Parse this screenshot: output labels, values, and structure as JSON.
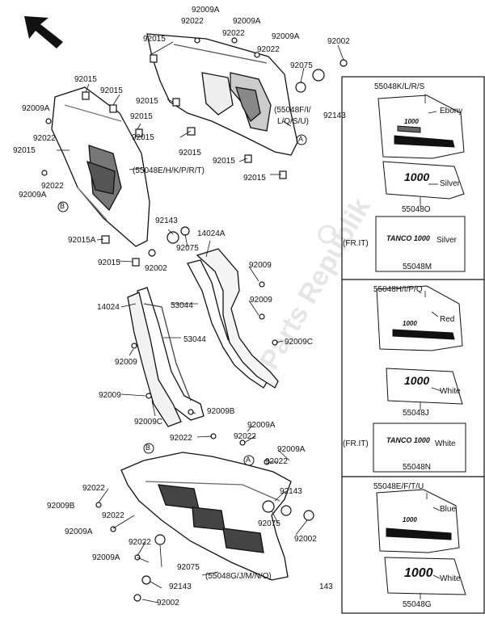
{
  "labels": {
    "l1": "92009A",
    "l2": "92022",
    "l3": "92009A",
    "l4": "92022",
    "l5": "92009A",
    "l6": "92015",
    "l7": "92022",
    "l8": "92002",
    "l9": "92075",
    "l10": "92143",
    "l11": "92015",
    "l12": "92015",
    "l13": "(55048F/I/",
    "l14": "L/Q/S/U)",
    "l15": "92015",
    "l16": "92015",
    "l17": "92015",
    "l18": "92009A",
    "l19": "92022",
    "l20": "92015",
    "l21": "92015",
    "l22": "92015",
    "l23": "92015",
    "l24": "(55048E/H/K/P/R/T)",
    "l25": "92022",
    "l26": "92009A",
    "l27": "92143",
    "l28": "14024A",
    "l29": "92015A",
    "l30": "92075",
    "l31": "92015",
    "l32": "92002",
    "l33": "92009",
    "l34": "92009",
    "l35": "14024",
    "l36": "53044",
    "l37": "53044",
    "l38": "92009C",
    "l39": "92009",
    "l40": "92009",
    "l41": "92009B",
    "l42": "92009C",
    "l43": "92022",
    "l44": "92009A",
    "l45": "92022",
    "l46": "92009A",
    "l47": "92022",
    "l48": "92022",
    "l49": "92009B",
    "l50": "92143",
    "l51": "92009A",
    "l52": "92022",
    "l53": "92075",
    "l54": "92002",
    "l55": "92009A",
    "l56": "92022",
    "l57": "92075",
    "l58": "(55048G/J/M/N/O)",
    "l59": "92143",
    "l60": "92002",
    "l61": "143"
  },
  "circle_marks": {
    "a1": "A",
    "a2": "A",
    "b1": "B",
    "b2": "B"
  },
  "side_panel": {
    "section1": {
      "part_header": "55048K/L/R/S",
      "card1_label": "Ebony",
      "card1_logo": "1000",
      "card2_label": "Silver",
      "card2_part": "55048O",
      "card2_logo": "1000",
      "fr_it": "(FR.IT)",
      "card3_logo": "TANCO 1000",
      "card3_label": "Silver",
      "card3_part": "55048M"
    },
    "section2": {
      "part_header": "55048H/I/P/Q",
      "card1_label": "Red",
      "card1_logo": "1000",
      "card2_label": "White",
      "card2_part": "55048J",
      "card2_logo": "1000",
      "fr_it": "(FR.IT)",
      "card3_logo": "TANCO 1000",
      "card3_label": "White",
      "card3_part": "55048N"
    },
    "section3": {
      "part_header": "55048E/F/T/U",
      "card1_label": "Blue",
      "card1_logo": "1000",
      "card2_label": "White",
      "card2_part": "55048G",
      "card2_logo": "1000"
    }
  },
  "watermark": "Parts Republik"
}
